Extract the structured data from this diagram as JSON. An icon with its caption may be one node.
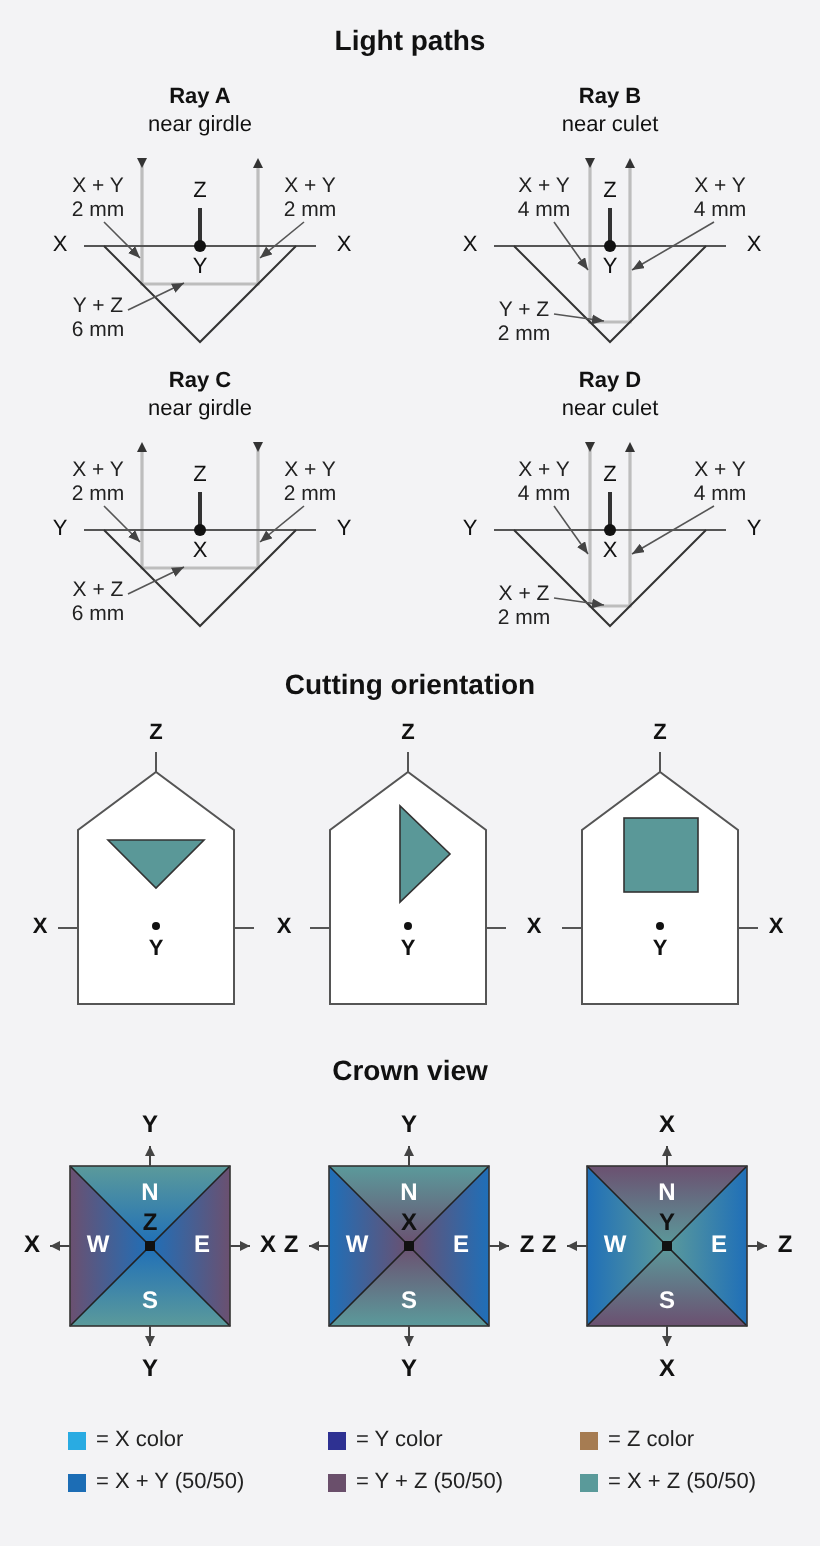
{
  "diagram": {
    "nodes": [
      {
        "text": [
          "X + Y 2 mm"
        ]
      },
      {
        "text": [
          "X + Y 2 mm"
        ]
      },
      {
        "text": [
          "Y + Z 6 mm"
        ]
      },
      {
        "text": [
          "X + Y 4 mm"
        ]
      },
      {
        "text": [
          "X + Y 4 mm"
        ]
      },
      {
        "text": [
          "Y + Z 2 mm"
        ]
      },
      {
        "text": [
          "X + Y 2 mm"
        ]
      },
      {
        "text": [
          "X + Y 2 mm"
        ]
      },
      {
        "text": [
          "X + Z 6 mm"
        ]
      },
      {
        "text": [
          "X + Y 4 mm"
        ]
      },
      {
        "text": [
          "X + Y 4 mm"
        ]
      },
      {
        "text": [
          "X + Z 2 mm"
        ]
      },
      {
        "text": [],
        "shape": "line"
      },
      {
        "text": [],
        "shape": "line"
      },
      {
        "text": [],
        "shape": "line"
      },
      {
        "text": [],
        "shape": "line"
      }
    ],
    "edges": [
      {
        "from": 0,
        "to": 12,
        "arrow": "to"
      },
      {
        "from": 1,
        "to": 12,
        "arrow": "to"
      },
      {
        "from": 2,
        "to": 12,
        "arrow": "to"
      },
      {
        "from": 3,
        "to": 13,
        "arrow": "to"
      },
      {
        "from": 4,
        "to": 13,
        "arrow": "to"
      },
      {
        "from": 5,
        "to": 13,
        "arrow": "to"
      },
      {
        "from": 6,
        "to": 14,
        "arrow": "to"
      },
      {
        "from": 7,
        "to": 14,
        "arrow": "to"
      },
      {
        "from": 8,
        "to": 14,
        "arrow": "to"
      },
      {
        "from": 9,
        "to": 15,
        "arrow": "to"
      },
      {
        "from": 10,
        "to": 15,
        "arrow": "to"
      },
      {
        "from": 11,
        "to": 15,
        "arrow": "to"
      }
    ],
    "labels": [
      "Light paths",
      "Ray A",
      "near girdle",
      "Z",
      "X",
      "X",
      "Y",
      "Ray B",
      "near culet",
      "Z",
      "X",
      "X",
      "Y",
      "Ray C",
      "near girdle",
      "Z",
      "Y",
      "Y",
      "X",
      "Ray D",
      "near culet",
      "Z",
      "Y",
      "Y",
      "X",
      "Cutting orientation",
      "Z",
      "X",
      "Y",
      "Z",
      "X",
      "Y",
      "Z",
      "X",
      "Y",
      "X",
      "Crown view",
      "Y",
      "X",
      "N",
      "Z",
      "W",
      "E",
      "X",
      "S",
      "Y",
      "Y",
      "Z",
      "N",
      "X",
      "W",
      "E",
      "Z",
      "S",
      "Y",
      "X",
      "Z",
      "N",
      "Y",
      "W",
      "E",
      "Z",
      "S",
      "X"
    ],
    "legend": [
      {
        "text": "= X color",
        "color": "#29abe2"
      },
      {
        "text": "= Y color",
        "color": "#2e3192"
      },
      {
        "text": "= Z color",
        "color": "#a67c52"
      },
      {
        "text": "= X + Y (50/50)",
        "color": "#1c6db5"
      },
      {
        "text": "= Y + Z (50/50)",
        "color": "#6a4f6b"
      },
      {
        "text": "= X + Z (50/50)",
        "color": "#5a9a9a"
      }
    ]
  }
}
